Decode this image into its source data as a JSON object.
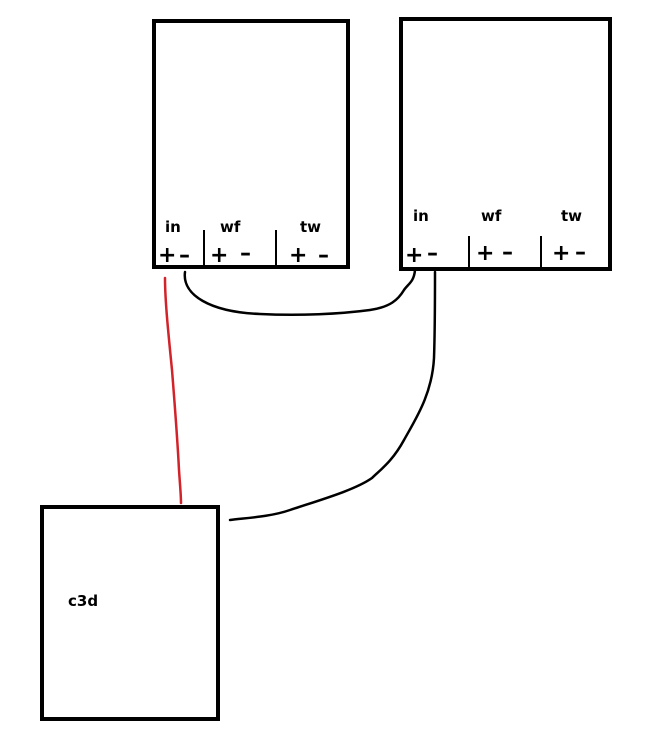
{
  "speakers": [
    {
      "terminals": [
        {
          "name": "in",
          "plus": "+",
          "minus": "–"
        },
        {
          "name": "wf",
          "plus": "+",
          "minus": "–"
        },
        {
          "name": "tw",
          "plus": "+",
          "minus": "–"
        }
      ]
    },
    {
      "terminals": [
        {
          "name": "in",
          "plus": "+",
          "minus": "–"
        },
        {
          "name": "wf",
          "plus": "+",
          "minus": "–"
        },
        {
          "name": "tw",
          "plus": "+",
          "minus": "–"
        }
      ]
    }
  ],
  "source": {
    "label": "c3d"
  },
  "colors": {
    "line": "#000000",
    "positive_wire": "#d2232a",
    "background": "#ffffff"
  }
}
